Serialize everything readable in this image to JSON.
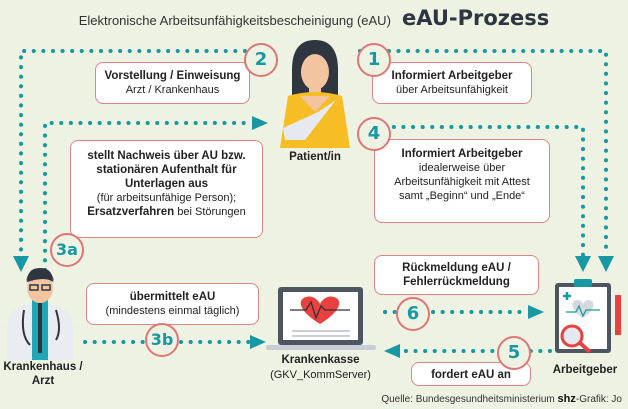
{
  "title": {
    "subtitle": "Elektronische Arbeitsunfähigkeitsbescheinigung (eAU)",
    "main": "eAU-Prozess"
  },
  "colors": {
    "background": "#eef2e3",
    "accent_teal": "#1798a2",
    "box_border": "#e08585",
    "title_dark": "#2d3540"
  },
  "actors": {
    "patient": "Patient/in",
    "doctor": "Krankenhaus / Arzt",
    "insurance": "Krankenkasse",
    "insurance_sub": "(GKV_KommServer)",
    "employer": "Arbeitgeber"
  },
  "steps": [
    {
      "num": "1",
      "title": "Informiert Arbeitgeber",
      "text": "über Arbeitsunfähigkeit"
    },
    {
      "num": "2",
      "title": "Vorstellung / Einweisung",
      "text": "Arzt / Krankenhaus"
    },
    {
      "num": "3a",
      "title": "stellt Nachweis über AU bzw. stationären Aufenthalt für Unterlagen aus",
      "text": "(für arbeitsunfähige Person);",
      "extra_bold": "Ersatzverfahren",
      "extra": "bei Störungen"
    },
    {
      "num": "3b",
      "title": "übermittelt eAU",
      "text": "(mindestens einmal täglich)"
    },
    {
      "num": "4",
      "title": "Informiert Arbeitgeber",
      "text": "idealerweise über Arbeitsunfähigkeit mit Attest samt „Beginn“ und „Ende“"
    },
    {
      "num": "5",
      "title": "fordert eAU an",
      "text": ""
    },
    {
      "num": "6",
      "title": "Rückmeldung eAU / Fehlerrückmeldung",
      "text": ""
    }
  ],
  "footer": {
    "source": "Quelle: Bundesgesundheitsministerium",
    "brand": "shz",
    "credit": "-Grafik: Jo"
  }
}
